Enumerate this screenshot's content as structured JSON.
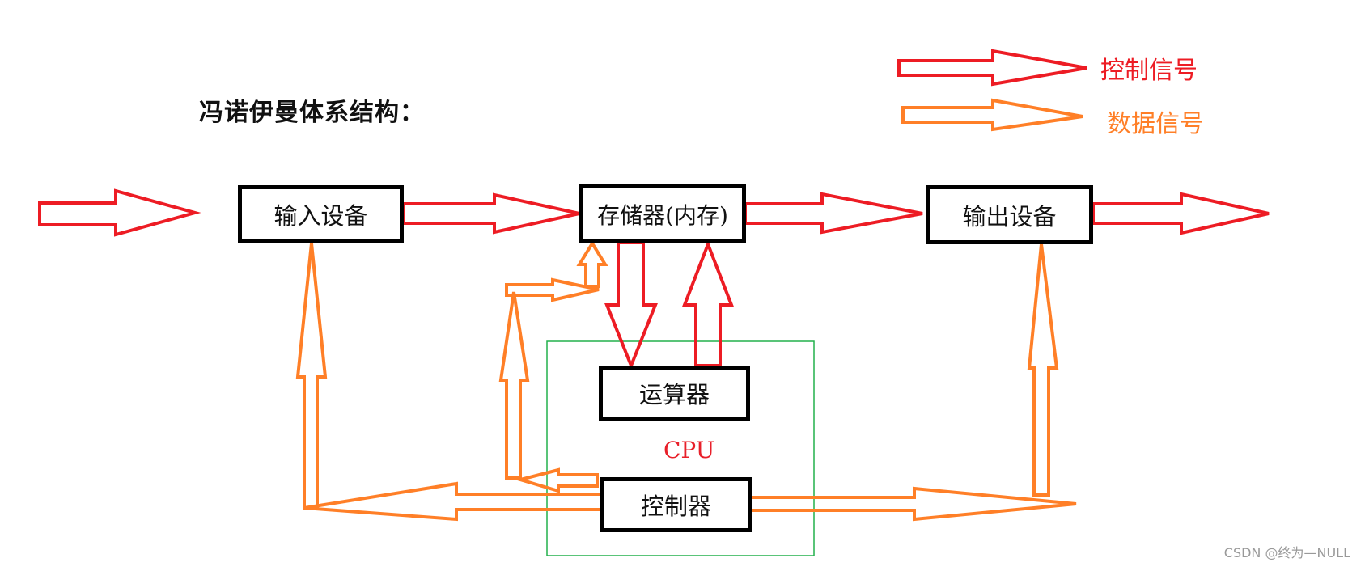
{
  "title": "冯诺伊曼体系结构：",
  "legend": [
    {
      "label": "控制信号",
      "color": "#ed1c24",
      "kind": "control"
    },
    {
      "label": "数据信号",
      "color": "#ff7f27",
      "kind": "data"
    }
  ],
  "components": {
    "input": "输入设备",
    "memory": "存储器(内存)",
    "output": "输出设备",
    "alu": "运算器",
    "controller": "控制器"
  },
  "cpu_label": "CPU",
  "cpu_border_color": "#22b14c",
  "watermark": "CSDN @终为—NULL"
}
